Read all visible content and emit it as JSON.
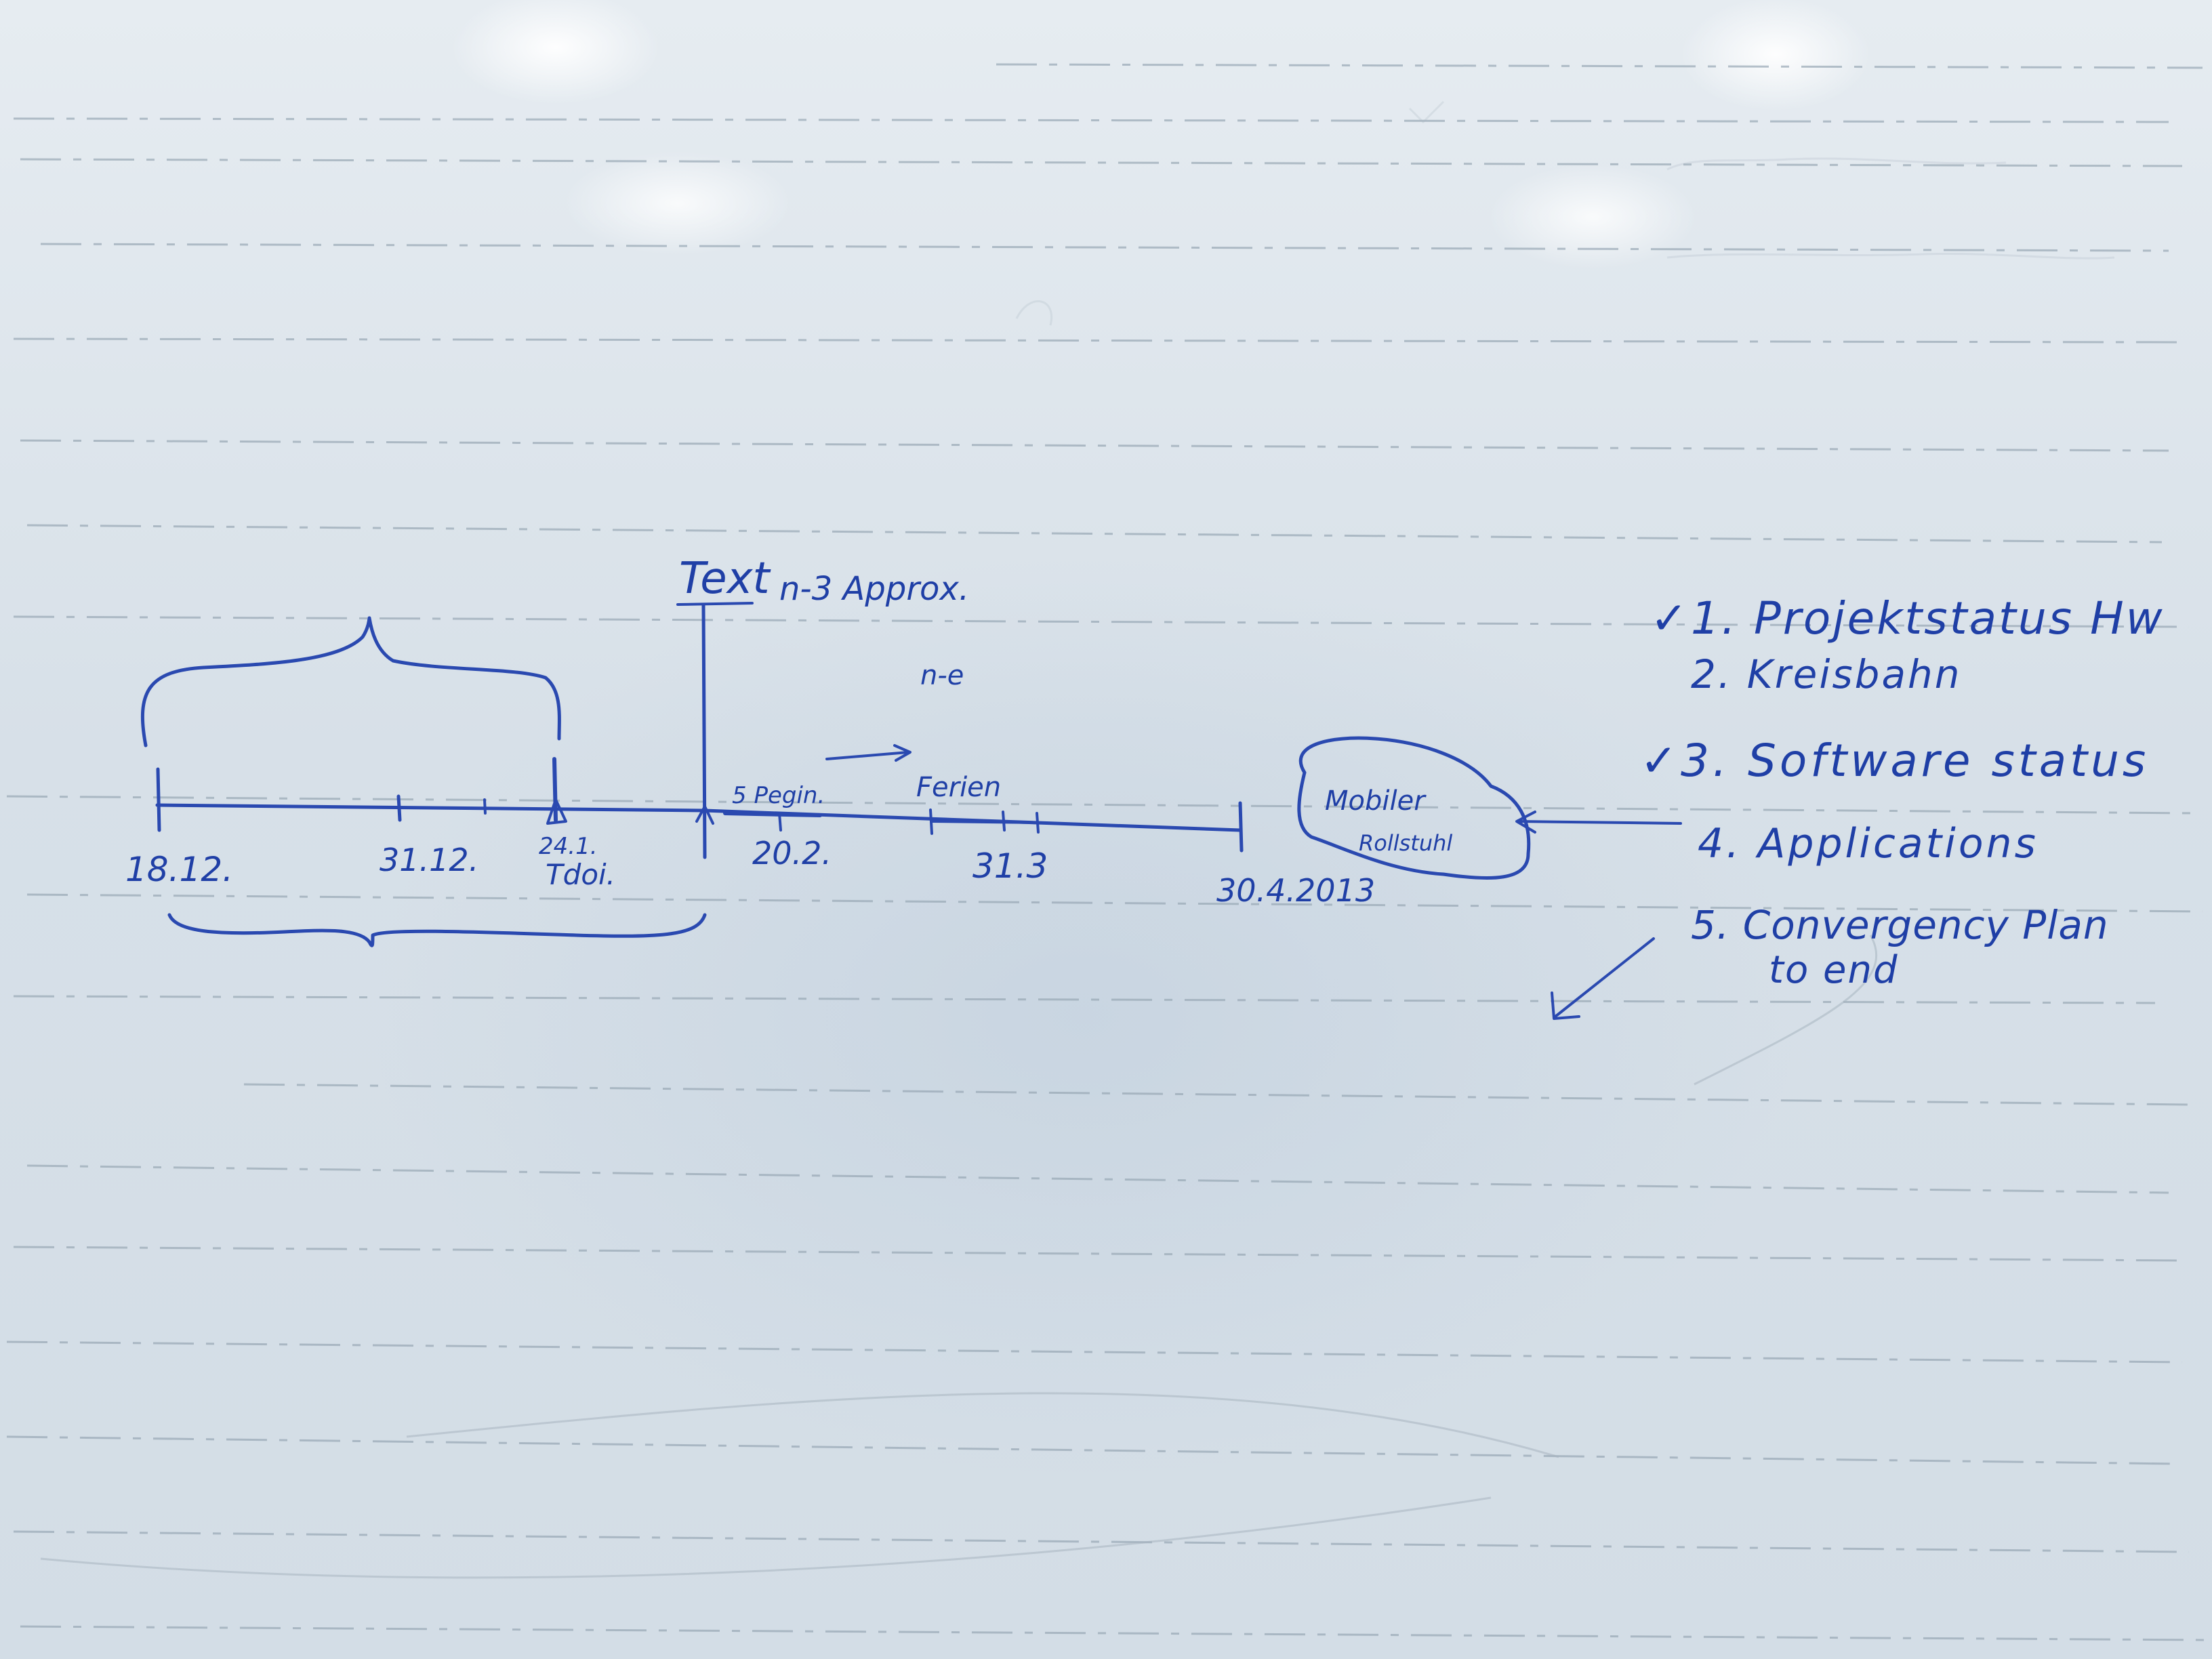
{
  "whiteboard": {
    "timeline": {
      "heading": "Text",
      "heading_note": "n-3 Approx.",
      "small_note": "n-e",
      "markers": {
        "m1": "18.12.",
        "m2": "31.12.",
        "m3_top": "24.1.",
        "m3_bottom": "Tdoi.",
        "m4_top": "5 Pegin.",
        "m4": "20.2.",
        "m5_top": "Ferien",
        "m5": "31.3",
        "m6": "30.4.2013"
      },
      "cloud_line1": "Mobiler",
      "cloud_line2": "Rollstuhl"
    },
    "agenda": [
      {
        "check": "✓",
        "text": "1. Projektstatus Hw"
      },
      {
        "check": "",
        "text": "2. Kreisbahn"
      },
      {
        "check": "✓",
        "text": "3. Software status"
      },
      {
        "check": "",
        "text": "4. Applications"
      },
      {
        "check": "",
        "text": "5. Convergency Plan"
      },
      {
        "check": "",
        "text": "to end"
      }
    ],
    "colors": {
      "ink": "#1f3fa6",
      "board": "#dfe6ec",
      "ghost_lines": "#97a6b4"
    }
  }
}
